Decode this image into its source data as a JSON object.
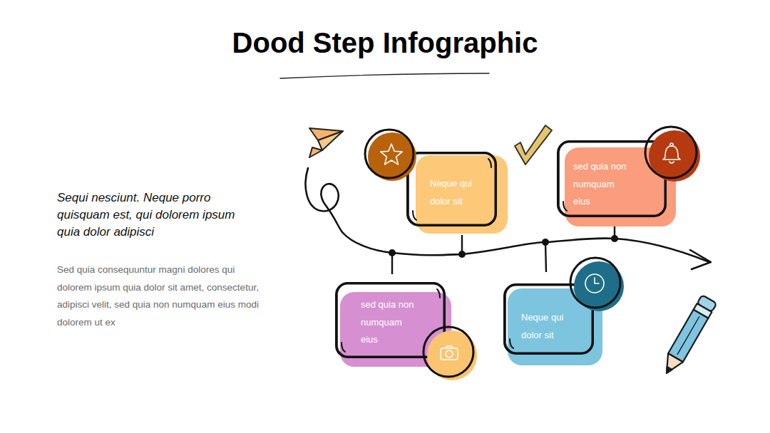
{
  "diagram": {
    "title": "Dood Step Infographic",
    "nodes": [
      {
        "text": [
          "Neque qui dolor sit"
        ]
      },
      {
        "text": [
          "sed quia non numquam eius"
        ]
      },
      {
        "text": [
          "sed quia non numquam eius"
        ]
      },
      {
        "text": [
          "Neque qui dolor sit"
        ]
      }
    ],
    "labels": [
      "Sequi nesciunt. Neque porro quisquam est, qui dolorem ipsum quia dolor adipisci",
      "Sed quia consequuntur magni dolores qui dolorem ipsum quia dolor sit amet, consectetur, adipisci velit, sed quia non numquam eius modi dolorem ut ex"
    ]
  }
}
